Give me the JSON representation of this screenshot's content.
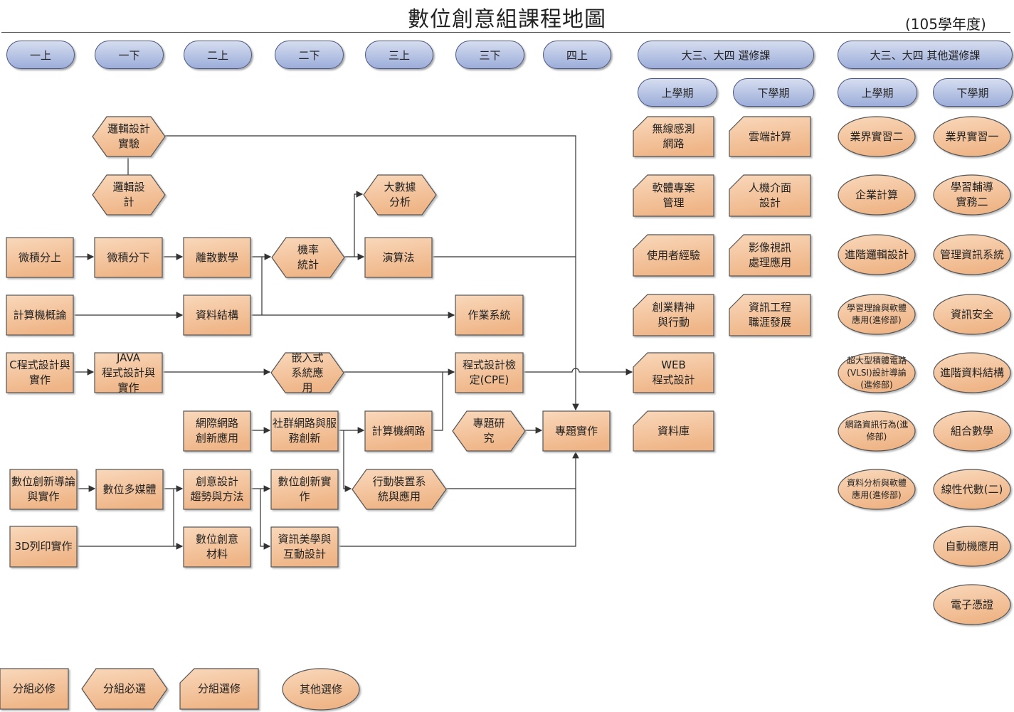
{
  "title": "數位創意組課程地圖",
  "year": "(105學年度)",
  "colors": {
    "course_fill_top": "#f9d8bb",
    "course_fill_bottom": "#efb587",
    "header_top": "#d6ddf0",
    "header_bottom": "#9cadd9"
  },
  "headers": [
    "一上",
    "一下",
    "二上",
    "二下",
    "三上",
    "三下",
    "四上",
    "大三、大四 選修課",
    "大三、大四 其他選修課"
  ],
  "subheaders": [
    "上學期",
    "下學期",
    "上學期",
    "下學期"
  ],
  "required": {
    "calc1": "微積分上",
    "calc2": "微積分下",
    "discrete": "離散數學",
    "algo": "演算法",
    "intro": "計算機概論",
    "ds": "資料結構",
    "os": "作業系統",
    "c": "C程式設計與\n實作",
    "java": "JAVA\n程式設計與\n實作",
    "cpe": "程式設計檢\n定(CPE)",
    "web_innov": "網際網路\n創新應用",
    "social": "社群網路與服\n務創新",
    "network": "計算機網路",
    "project": "專題實作",
    "digi_intro": "數位創新導論\n與實作",
    "multimedia": "數位多媒體",
    "creative": "創意設計\n趨勢與方法",
    "digi_impl": "數位創新實\n作",
    "print3d": "3D列印實作",
    "material": "數位創意\n材料",
    "aesthetics": "資訊美學與\n互動設計"
  },
  "group_elective_required": {
    "logic_lab": "邏輯設計\n實驗",
    "logic": "邏輯設\n計",
    "bigdata": "大數據\n分析",
    "prob": "機率\n統計",
    "embedded": "嵌入式\n系統應\n用",
    "research": "專題研\n究",
    "mobile": "行動裝置系\n統與應用"
  },
  "electives": {
    "wsn": "無線感測\n網路",
    "cloud": "雲端計算",
    "swpm": "軟體專案\n管理",
    "hci": "人機介面\n設計",
    "ux": "使用者經驗",
    "video": "影像視訊\n處理應用",
    "entre": "創業精神\n與行動",
    "career": "資訊工程\n職涯發展",
    "webprog": "WEB\n程式設計",
    "db": "資料庫"
  },
  "other_electives": {
    "col1": [
      "業界實習二",
      "企業計算",
      "進階邏輯設計",
      "學習理論與軟體\n應用(進修部)",
      "超大型積體電路\n(VLSI)設計導論\n(進修部)",
      "網路資訊行為(進\n修部)",
      "資料分析與軟體\n應用(進修部)"
    ],
    "col2": [
      "業界實習一",
      "學習輔導\n實務二",
      "管理資訊系統",
      "資訊安全",
      "進階資料結構",
      "組合數學",
      "線性代數(二)",
      "自動機應用",
      "電子憑證"
    ]
  },
  "legend": [
    "分組必修",
    "分組必選",
    "分組選修",
    "其他選修"
  ]
}
